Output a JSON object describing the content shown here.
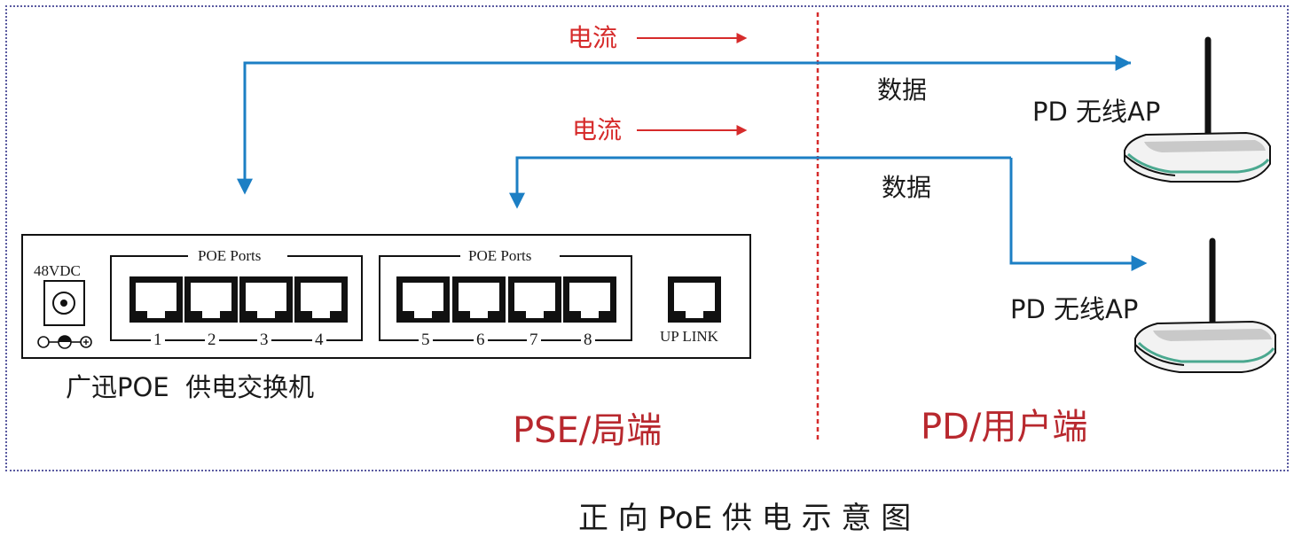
{
  "flow": {
    "current_label": "电流",
    "data_label": "数据"
  },
  "pd": {
    "device_label": "PD 无线AP"
  },
  "switch": {
    "power_label": "48VDC",
    "group1_title": "POE Ports",
    "group2_title": "POE Ports",
    "ports": [
      "1",
      "2",
      "3",
      "4",
      "5",
      "6",
      "7",
      "8"
    ],
    "uplink_label": "UP LINK",
    "name": "广迅POE  供电交换机"
  },
  "regions": {
    "pse": "PSE/局端",
    "pd": "PD/用户端"
  },
  "caption": "正 向 PoE 供 电 示 意 图",
  "colors": {
    "data_line": "#1c7fc4",
    "current_arrow": "#d62b2b",
    "divider": "#d62b2b",
    "region_label": "#b8282e"
  }
}
